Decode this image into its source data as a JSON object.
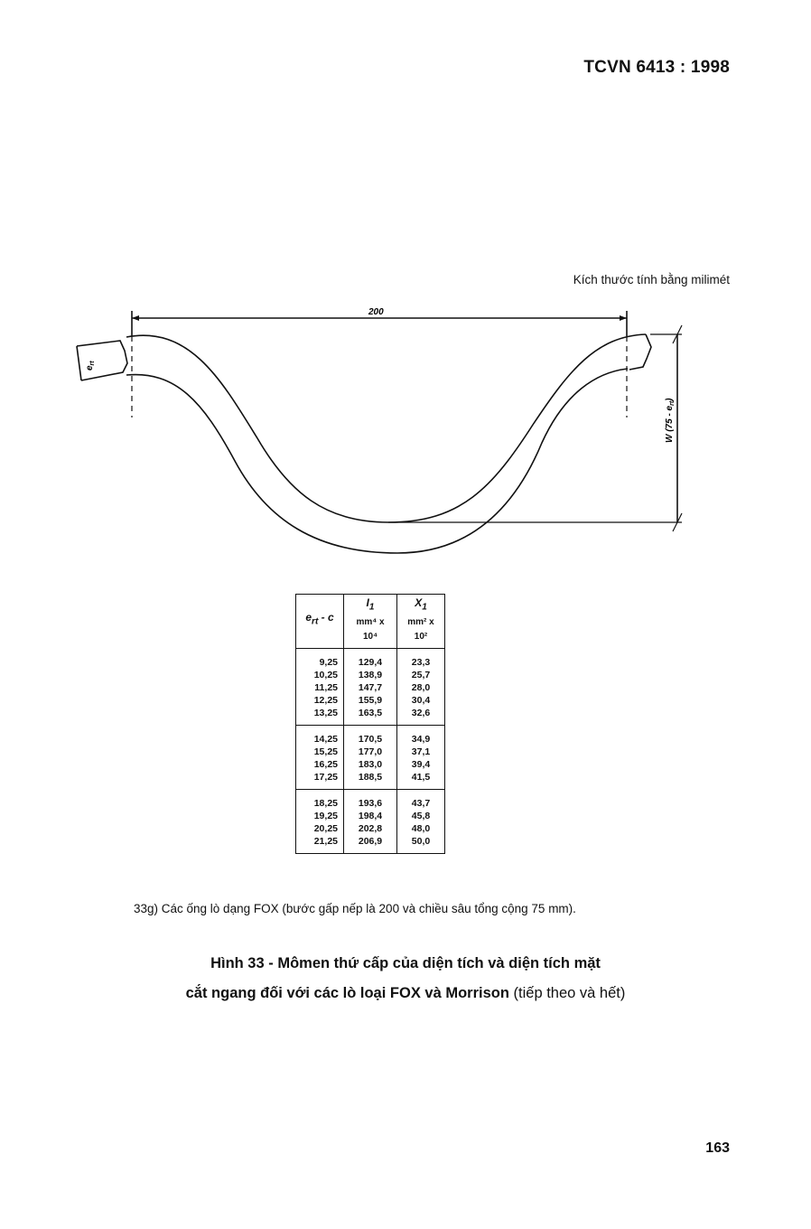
{
  "header": {
    "standard": "TCVN 6413 : 1998"
  },
  "units_note": "Kích thước tính bằng milimét",
  "drawing": {
    "pitch_label": "200",
    "thickness_label": "e",
    "thickness_sub": "rt",
    "depth_label": "W (75 - e",
    "depth_sub": "rt",
    "depth_close": ")"
  },
  "table": {
    "headers": [
      {
        "symbol": "e",
        "sub": "rt",
        "rest": " - c",
        "unit": ""
      },
      {
        "symbol": "I",
        "sub": "1",
        "rest": "",
        "unit": "mm⁴ x 10⁴"
      },
      {
        "symbol": "X",
        "sub": "1",
        "rest": "",
        "unit": "mm² x 10²"
      }
    ],
    "groups": [
      [
        [
          "9,25",
          "129,4",
          "23,3"
        ],
        [
          "10,25",
          "138,9",
          "25,7"
        ],
        [
          "11,25",
          "147,7",
          "28,0"
        ],
        [
          "12,25",
          "155,9",
          "30,4"
        ],
        [
          "13,25",
          "163,5",
          "32,6"
        ]
      ],
      [
        [
          "14,25",
          "170,5",
          "34,9"
        ],
        [
          "15,25",
          "177,0",
          "37,1"
        ],
        [
          "16,25",
          "183,0",
          "39,4"
        ],
        [
          "17,25",
          "188,5",
          "41,5"
        ]
      ],
      [
        [
          "18,25",
          "193,6",
          "43,7"
        ],
        [
          "19,25",
          "198,4",
          "45,8"
        ],
        [
          "20,25",
          "202,8",
          "48,0"
        ],
        [
          "21,25",
          "206,9",
          "50,0"
        ]
      ]
    ]
  },
  "caption_small": "33g)  Các ống lò dạng FOX (bước gấp nếp là 200 và chiều sâu tổng cộng 75 mm).",
  "figure_title": {
    "line1": "Hình 33 - Mômen thứ cấp của diện tích và diện tích mặt",
    "line2_bold": "cắt ngang đối với các lò loại FOX và Morrison",
    "line2_normal": " (tiếp theo và hết)"
  },
  "page_number": "163"
}
